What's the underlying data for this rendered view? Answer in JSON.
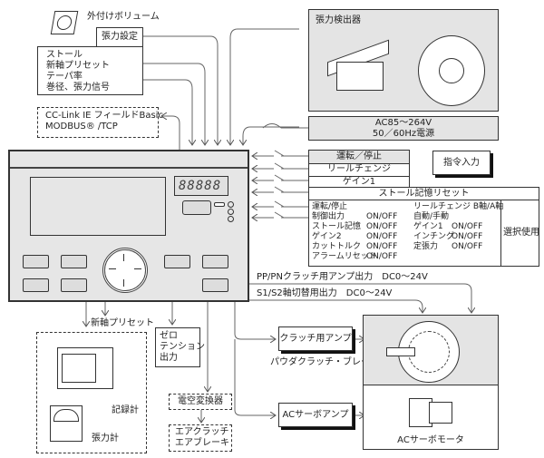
{
  "top_left": {
    "volume_label": "外付けボリューム",
    "tension_setting": "張力設定",
    "inputs": [
      "ストール",
      "新軸プリセット",
      "テーパ率",
      "巻径、張力信号"
    ]
  },
  "network": {
    "line1": "CC-Link IE フィールドBasic",
    "line2": "MODBUS® /TCP"
  },
  "sensor": {
    "title": "張力検出器"
  },
  "power": {
    "line1": "AC85～264V",
    "line2": "50／60Hz電源"
  },
  "command_inputs": {
    "rows": [
      "運転／停止",
      "リールチェンジ",
      "ゲイン1"
    ],
    "command_label": "指令入力",
    "stall_reset": "ストール記憶リセット",
    "selectable_label": "選択使用",
    "left_col": [
      {
        "name": "運転/停止",
        "value": ""
      },
      {
        "name": "制御出力",
        "value": "ON/OFF"
      },
      {
        "name": "ストール記憶",
        "value": "ON/OFF"
      },
      {
        "name": "ゲイン2",
        "value": "ON/OFF"
      },
      {
        "name": "カットトルク",
        "value": "ON/OFF"
      },
      {
        "name": "アラームリセット",
        "value": "ON/OFF"
      }
    ],
    "right_col": [
      {
        "name": "リールチェンジ B軸/A軸",
        "value": ""
      },
      {
        "name": "自動/手動",
        "value": ""
      },
      {
        "name": "ゲイン1",
        "value": "ON/OFF"
      },
      {
        "name": "インチング",
        "value": "ON/OFF"
      },
      {
        "name": "定張力",
        "value": "ON/OFF"
      }
    ]
  },
  "outputs": {
    "pp_pn": "PP/PNクラッチ用アンプ出力　DC0～24V",
    "s1_s2": "S1/S2軸切替用出力　DC0～24V",
    "new_axis_preset": "新軸プリセット",
    "zero_tension": [
      "ゼロ",
      "テンション",
      "出力"
    ],
    "recorder": "記録計",
    "tension_meter": "張力計",
    "ep_converter": "電空変換器",
    "air": [
      "エアクラッチ",
      "エアブレーキ"
    ],
    "clutch_amp": "クラッチ用アンプ",
    "powder": "パウダクラッチ・ブレーキ",
    "servo_amp": "ACサーボアンプ",
    "servo_motor": "ACサーボモータ"
  },
  "controller": {
    "display_digits": "88888"
  }
}
